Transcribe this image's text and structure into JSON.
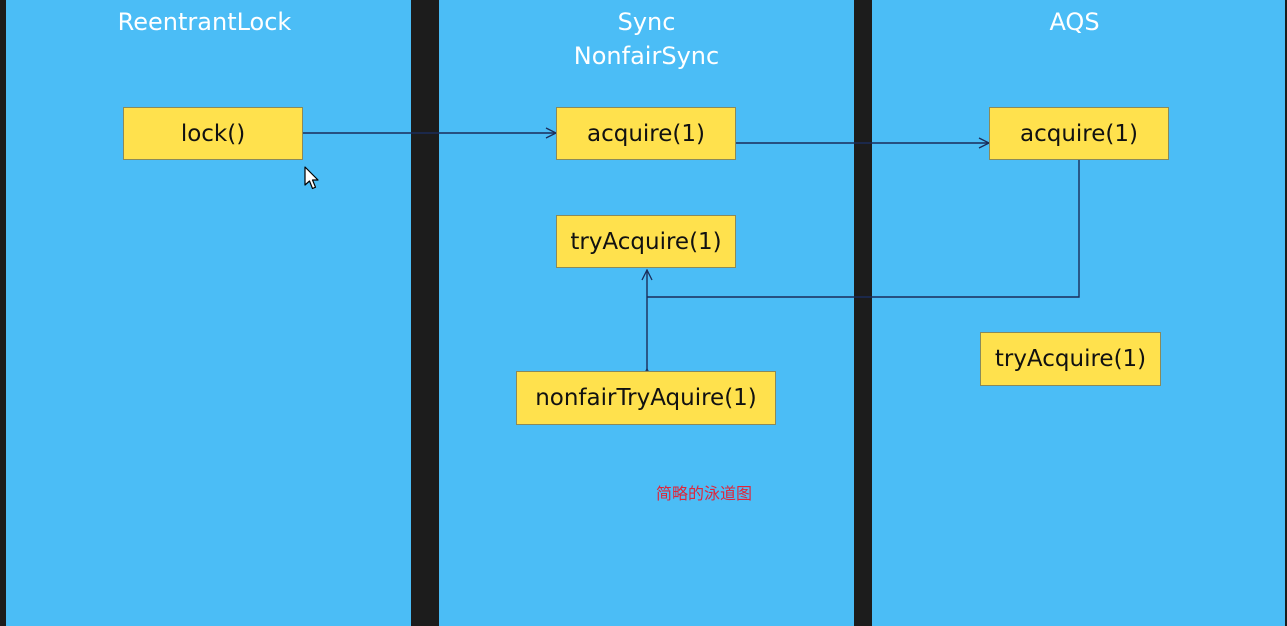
{
  "colors": {
    "lane_background": "#4bbdf6",
    "separator": "#1c1c1c",
    "box_fill": "#ffe14d",
    "line": "#1b2d5a",
    "note_text": "#e0253a"
  },
  "lanes": {
    "reentrant_lock": {
      "title": "ReentrantLock"
    },
    "sync": {
      "title": "Sync",
      "subtitle": "NonfairSync"
    },
    "aqs": {
      "title": "AQS"
    }
  },
  "boxes": {
    "lock": "lock()",
    "sync_acquire": "acquire(1)",
    "sync_try_acquire": "tryAcquire(1)",
    "nonfair_try_acquire": "nonfairTryAquire(1)",
    "aqs_acquire": "acquire(1)",
    "aqs_try_acquire": "tryAcquire(1)"
  },
  "note": "简略的泳道图",
  "icons": {
    "cursor": "mouse-pointer-icon"
  }
}
